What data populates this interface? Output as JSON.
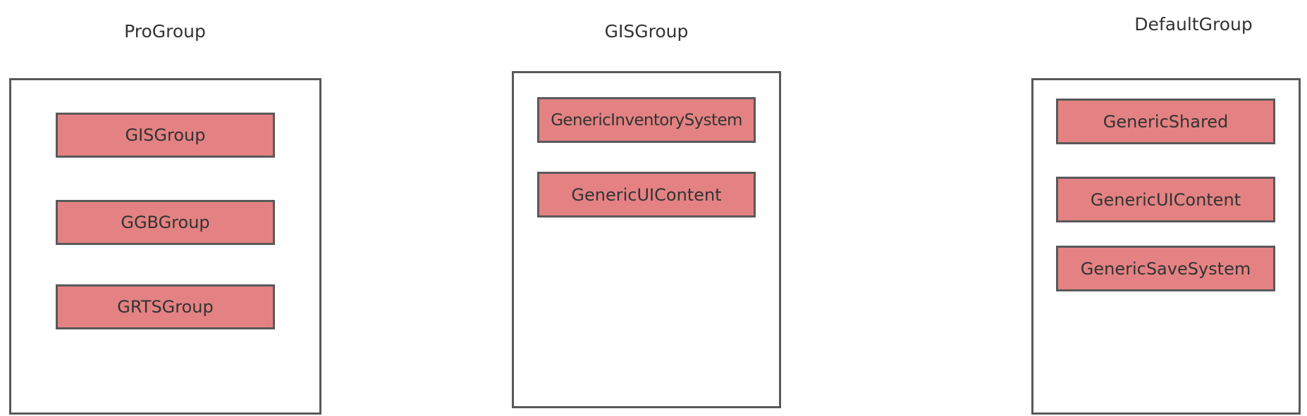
{
  "colors": {
    "node_fill": "#e48283",
    "border": "#595959",
    "text": "#333333",
    "background": "#ffffff"
  },
  "groups": [
    {
      "title": "ProGroup",
      "nodes": [
        "GISGroup",
        "GGBGroup",
        "GRTSGroup"
      ]
    },
    {
      "title": "GISGroup",
      "nodes": [
        "GenericInventorySystem",
        "GenericUIContent"
      ]
    },
    {
      "title": "DefaultGroup",
      "nodes": [
        "GenericShared",
        "GenericUIContent",
        "GenericSaveSystem"
      ]
    }
  ]
}
